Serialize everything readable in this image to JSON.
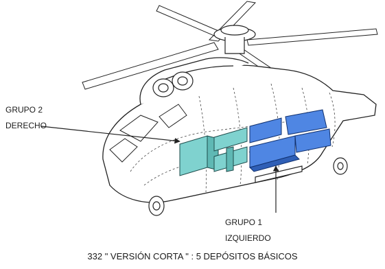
{
  "labels": {
    "group2_line1": "GRUPO 2",
    "group2_line2": "DERECHO",
    "group1_line1": "GRUPO 1",
    "group1_line2": "IZQUIERDO"
  },
  "caption": "332 \" VERSIÓN CORTA \" : 5 DEPÓSITOS BÁSICOS",
  "colors": {
    "group2_fill": "#7fd2cf",
    "group1_fill": "#4f86e3",
    "line": "#222222"
  },
  "icons": [
    "helicopter-illustration",
    "rotor-hub-icon",
    "arrow-group-2",
    "arrow-group-1"
  ]
}
